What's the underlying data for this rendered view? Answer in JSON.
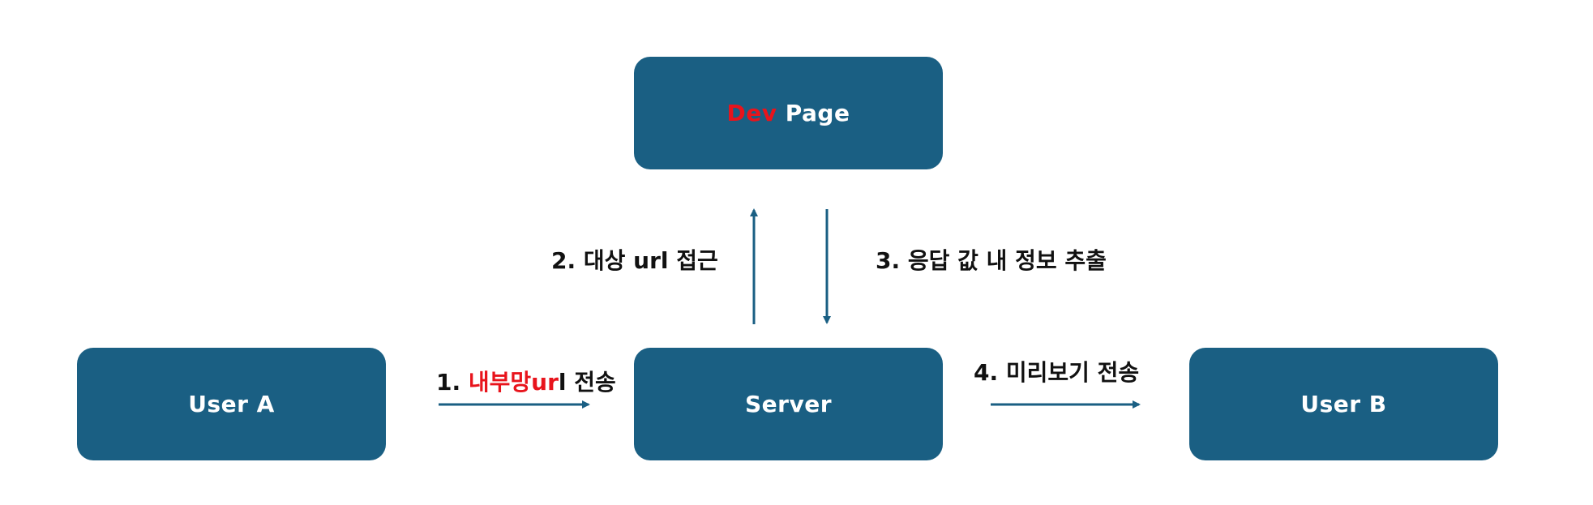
{
  "nodes": {
    "dev_page": {
      "highlight": "Dev",
      "label": "Page"
    },
    "user_a": {
      "label": "User A"
    },
    "server": {
      "label": "Server"
    },
    "user_b": {
      "label": "User B"
    }
  },
  "edges": {
    "step1": {
      "prefix": "1. ",
      "highlight": "내부망ur",
      "suffix": "l 전송"
    },
    "step2": {
      "text": "2. 대상 url 접근"
    },
    "step3": {
      "text": "3. 응답 값 내 정보 추출"
    },
    "step4": {
      "text": "4. 미리보기 전송"
    }
  },
  "colors": {
    "box": "#1A5F83",
    "arrow": "#1A5F83",
    "highlight": "#E8141C",
    "text": "#111111"
  }
}
